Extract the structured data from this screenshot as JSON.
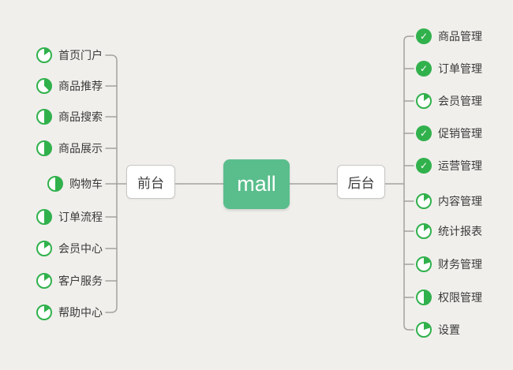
{
  "root": {
    "label": "mall"
  },
  "branches": {
    "front": {
      "label": "前台",
      "items": [
        {
          "label": "首页门户",
          "icon": {
            "type": "progress",
            "value": 0.15
          }
        },
        {
          "label": "商品推荐",
          "icon": {
            "type": "progress",
            "value": 0.375
          }
        },
        {
          "label": "商品搜索",
          "icon": {
            "type": "progress",
            "value": 0.5
          }
        },
        {
          "label": "商品展示",
          "icon": {
            "type": "progress",
            "value": 0.5
          }
        },
        {
          "label": "购物车",
          "icon": {
            "type": "progress",
            "value": 0.5
          }
        },
        {
          "label": "订单流程",
          "icon": {
            "type": "progress",
            "value": 0.5
          }
        },
        {
          "label": "会员中心",
          "icon": {
            "type": "progress",
            "value": 0.15
          }
        },
        {
          "label": "客户服务",
          "icon": {
            "type": "progress",
            "value": 0.15
          }
        },
        {
          "label": "帮助中心",
          "icon": {
            "type": "progress",
            "value": 0.15
          }
        }
      ]
    },
    "back": {
      "label": "后台",
      "items": [
        {
          "label": "商品管理",
          "icon": {
            "type": "check"
          }
        },
        {
          "label": "订单管理",
          "icon": {
            "type": "check"
          }
        },
        {
          "label": "会员管理",
          "icon": {
            "type": "progress",
            "value": 0.15
          }
        },
        {
          "label": "促销管理",
          "icon": {
            "type": "check"
          }
        },
        {
          "label": "运营管理",
          "icon": {
            "type": "check"
          }
        },
        {
          "label": "内容管理",
          "icon": {
            "type": "progress",
            "value": 0.15
          }
        },
        {
          "label": "统计报表",
          "icon": {
            "type": "progress",
            "value": 0.15
          }
        },
        {
          "label": "财务管理",
          "icon": {
            "type": "progress",
            "value": 0.2
          }
        },
        {
          "label": "权限管理",
          "icon": {
            "type": "progress",
            "value": 0.5
          }
        },
        {
          "label": "设置",
          "icon": {
            "type": "progress",
            "value": 0.2
          }
        }
      ]
    }
  },
  "icons": {
    "check_glyph": "✓"
  },
  "colors": {
    "background": "#f0efec",
    "root_green": "#5abe8c",
    "icon_green": "#31b14c",
    "line": "#a3a29e",
    "box_border": "#c8c7c3",
    "text": "#3a3a3a"
  }
}
